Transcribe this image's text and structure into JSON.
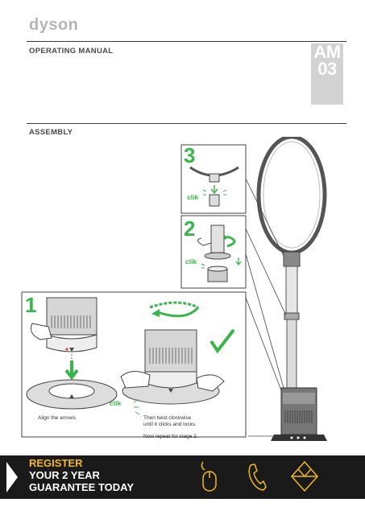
{
  "brand": "dyson",
  "header": {
    "title": "OPERATING MANUAL",
    "model_line1": "AM",
    "model_line2": "03"
  },
  "section": {
    "title": "ASSEMBLY"
  },
  "steps": [
    {
      "number": "1",
      "caption_left": "Align the arrows.",
      "caption_right_1": "Then twist clockwise",
      "caption_right_2": "until it clicks and locks.",
      "caption_right_3": "Now repeat for stage 2.",
      "sound": "clik"
    },
    {
      "number": "2",
      "sound": "clik"
    },
    {
      "number": "3",
      "sound": "clik"
    }
  ],
  "banner": {
    "line1": "REGISTER",
    "line2": "YOUR 2 YEAR",
    "line3": "GUARANTEE TODAY",
    "icons": [
      "mouse-icon",
      "phone-icon",
      "envelope-icon"
    ]
  },
  "colors": {
    "accent_green": "#39b54a",
    "banner_yellow": "#f2b81c",
    "banner_bg": "#1a1a1a"
  }
}
